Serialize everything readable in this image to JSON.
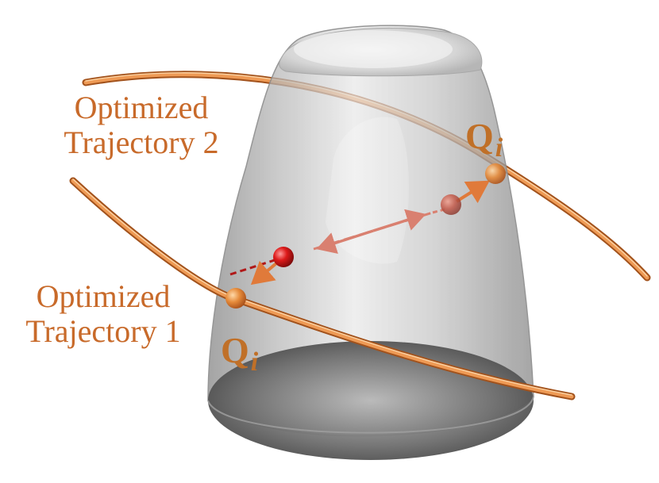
{
  "labels": {
    "trajectory2": {
      "line1": "Optimized",
      "line2": "Trajectory 2"
    },
    "trajectory1": {
      "line1": "Optimized",
      "line2": "Trajectory 1"
    },
    "point_upper": {
      "main": "Q",
      "sub": "i"
    },
    "point_lower": {
      "main": "Q",
      "sub": "i"
    }
  },
  "colors": {
    "trajectory": "#e0853c",
    "label": "#c86a2a",
    "point": "#e08a3c",
    "particle": "#cc1f1f",
    "obstacle": "#b9b9b9"
  },
  "icons": {
    "obstacle": "gray-dome-obstacle",
    "particle": "red-sphere"
  }
}
